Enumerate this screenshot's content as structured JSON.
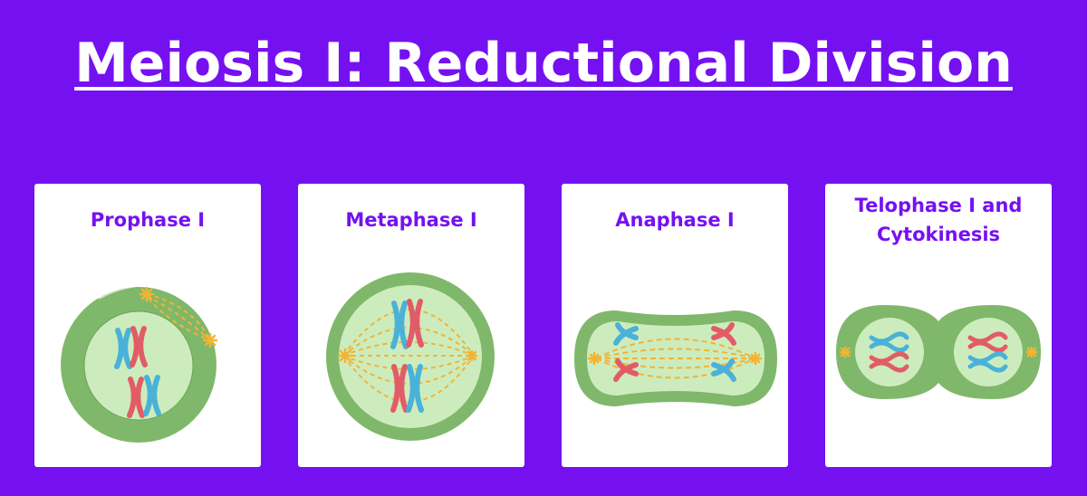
{
  "title": "Meiosis I: Reductional Division",
  "colors": {
    "background": "#7511f1",
    "label": "#7511f1",
    "cell_wall": "#7fb86a",
    "cytoplasm": "#cdecbe",
    "chromosome_blue": "#4ab2d8",
    "chromosome_red": "#e25c68",
    "centriole": "#f2b433"
  },
  "cards": [
    {
      "label": "Prophase I"
    },
    {
      "label": "Metaphase I"
    },
    {
      "label": "Anaphase I"
    },
    {
      "label": "Telophase I and Cytokinesis"
    }
  ]
}
